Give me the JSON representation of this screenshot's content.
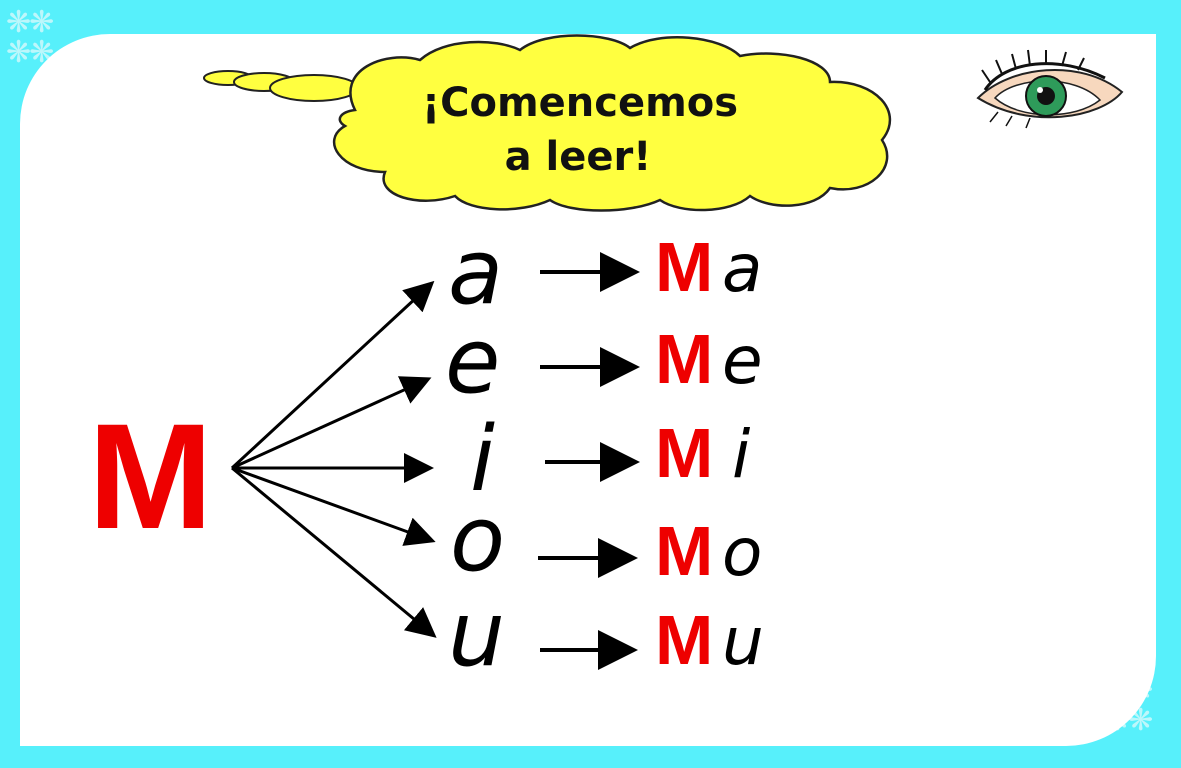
{
  "header": {
    "line1": "¡Comencemos",
    "line2": "a leer!"
  },
  "consonant": "M",
  "vowels": [
    "a",
    "e",
    "i",
    "o",
    "u"
  ],
  "syllables": [
    {
      "consonant": "M",
      "vowel": "a"
    },
    {
      "consonant": "M",
      "vowel": "e"
    },
    {
      "consonant": "M",
      "vowel": "i"
    },
    {
      "consonant": "M",
      "vowel": "o"
    },
    {
      "consonant": "M",
      "vowel": "u"
    }
  ],
  "colors": {
    "frame": "#57f0fb",
    "bubble": "#ffff40",
    "accent": "#ee0000",
    "text": "#000000"
  },
  "icons": {
    "decoration": "eye-icon"
  }
}
